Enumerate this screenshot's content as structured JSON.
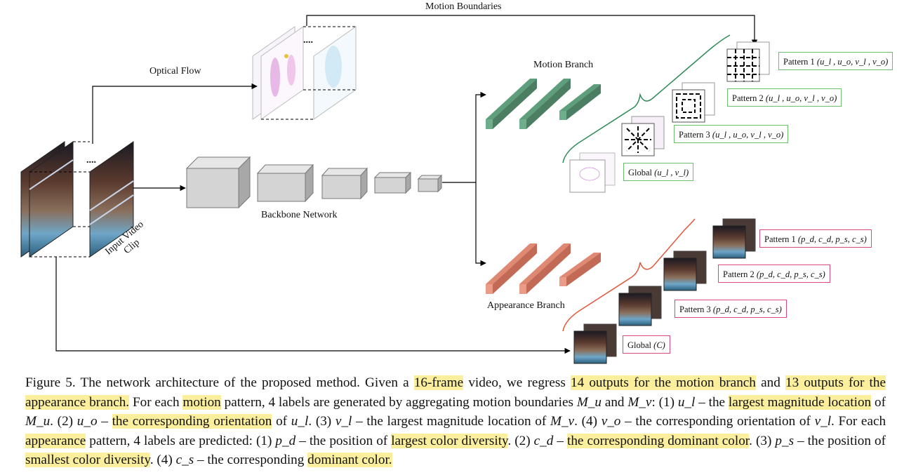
{
  "figure": {
    "labels": {
      "motion_boundaries": "Motion Boundaries",
      "optical_flow": "Optical Flow",
      "motion_branch": "Motion Branch",
      "appearance_branch": "Appearance Branch",
      "backbone_network": "Backbone Network",
      "input_clip_line1": "Input Video",
      "input_clip_line2": "Clip",
      "dots_flow": "....",
      "dots_clip": "...."
    },
    "motion_patterns": [
      {
        "name": "Pattern 1",
        "args": "(u_l , u_o, v_l , v_o)"
      },
      {
        "name": "Pattern 2",
        "args": "(u_l , u_o, v_l , v_o)"
      },
      {
        "name": "Pattern 3",
        "args": "(u_l , u_o, v_l , v_o)"
      },
      {
        "name": "Global",
        "args": "(u_l , v_l)"
      }
    ],
    "appearance_patterns": [
      {
        "name": "Pattern 1",
        "args": "(p_d, c_d, p_s, c_s)"
      },
      {
        "name": "Pattern 2",
        "args": "(p_d, c_d, p_s, c_s)"
      },
      {
        "name": "Pattern 3",
        "args": "(p_d, c_d, p_s, c_s)"
      },
      {
        "name": "Global",
        "args": "(C)"
      }
    ],
    "colors": {
      "motion_green": "#5f9e7d",
      "appearance_red": "#df8872",
      "highlight": "#fbef9d",
      "motion_box_border": "#6cbf6c",
      "appearance_box_border": "#d94a77"
    }
  },
  "caption": {
    "s1": "Figure 5. The network architecture of the proposed method. Given a ",
    "h1": "16-frame",
    "s2": " video, we regress ",
    "h2": "14 outputs for the motion branch",
    "s3": " and ",
    "h3": "13 outputs for the appearance branch.",
    "s4": " For each ",
    "h4": "motion",
    "s5": " pattern, 4 labels are generated by aggregating motion boundaries ",
    "m1": "M_u",
    "s6": " and ",
    "m2": "M_v",
    "s7": ": (1) ",
    "m3": "u_l",
    "s8": " – the ",
    "h5": "largest magnitude location",
    "s9": " of ",
    "m4": "M_u",
    "s10": ". (2) ",
    "m5": "u_o",
    "s11": " – ",
    "h6": "the corresponding orientation",
    "s12": " of ",
    "m6": "u_l",
    "s13": ". (3) ",
    "m7": "v_l",
    "s14": " – the largest magnitude location of ",
    "m8": "M_v",
    "s15": ". (4) ",
    "m9": "v_o",
    "s16": " – the corresponding orientation of ",
    "m10": "v_l",
    "s17": ". For each ",
    "h7": "appearance",
    "s18": " pattern, 4 labels are predicted: (1) ",
    "m11": "p_d",
    "s19": " – the position of ",
    "h8": "largest color diversity",
    "s20": ". (2) ",
    "m12": "c_d",
    "s21": " – ",
    "h9": "the corresponding dominant color",
    "s22": ". (3) ",
    "m13": "p_s",
    "s23": " – the position of ",
    "h10": "smallest color diversity",
    "s24": ". (4) ",
    "m14": "c_s",
    "s25": " – the corresponding ",
    "h11": "dominant color.",
    "s26": ""
  }
}
